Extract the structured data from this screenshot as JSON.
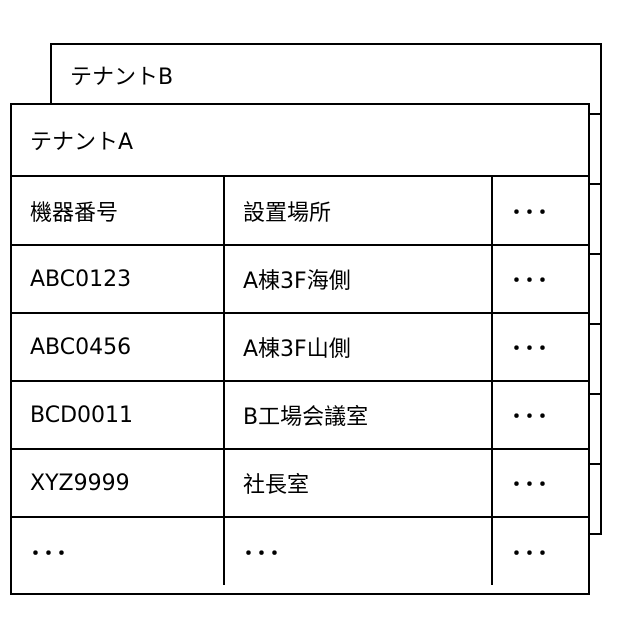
{
  "tenant_b": {
    "title": "テナントB"
  },
  "tenant_a": {
    "title": "テナントA",
    "columns": [
      "機器番号",
      "設置場所",
      "･･･"
    ],
    "rows": [
      [
        "ABC0123",
        "A棟3F海側",
        "･･･"
      ],
      [
        "ABC0456",
        "A棟3F山側",
        "･･･"
      ],
      [
        "BCD0011",
        "B工場会議室",
        "･･･"
      ],
      [
        "XYZ9999",
        "社長室",
        "･･･"
      ],
      [
        "･･･",
        "･･･",
        "･･･"
      ]
    ]
  }
}
